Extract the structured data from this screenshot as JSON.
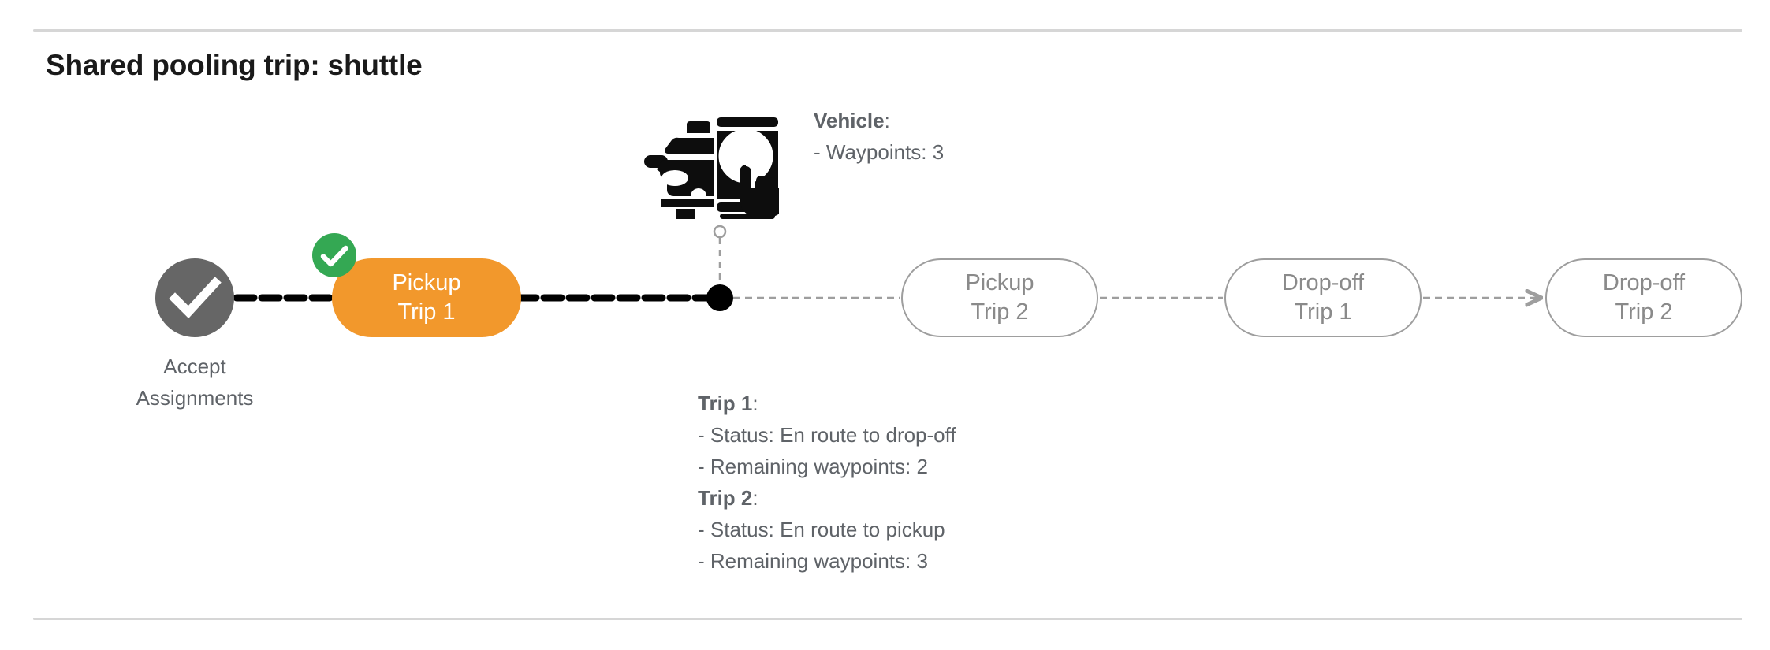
{
  "page": {
    "title": "Shared pooling trip: shuttle",
    "colors": {
      "active_node": "#f2982c",
      "completed_node": "#666666",
      "pending_node_border": "#9e9e9e",
      "pending_node_text": "#8a8a8a",
      "badge_green": "#34a853",
      "text_gray": "#5f6368",
      "divider": "#d6d6d6",
      "marker_black": "#000000"
    }
  },
  "flow": {
    "start_node": {
      "name": "accept-assignments",
      "label_line1": "Accept",
      "label_line2": "Assignments",
      "icon": "check-circle-icon",
      "state": "completed"
    },
    "nodes": [
      {
        "id": "pickup-trip-1",
        "line1": "Pickup",
        "line2": "Trip 1",
        "state": "active",
        "badge": "check-badge-icon"
      },
      {
        "id": "pickup-trip-2",
        "line1": "Pickup",
        "line2": "Trip 2",
        "state": "pending",
        "badge": null
      },
      {
        "id": "dropoff-trip-1",
        "line1": "Drop-off",
        "line2": "Trip 1",
        "state": "pending",
        "badge": null
      },
      {
        "id": "dropoff-trip-2",
        "line1": "Drop-off",
        "line2": "Trip 2",
        "state": "pending",
        "badge": null
      }
    ],
    "connectors": [
      {
        "from": "accept-assignments",
        "to": "pickup-trip-1",
        "style": "dashed-bold-black",
        "arrow": false
      },
      {
        "from": "pickup-trip-1",
        "to": "vehicle-marker",
        "style": "dashed-bold-black",
        "arrow": false
      },
      {
        "from": "vehicle-marker",
        "to": "pickup-trip-2",
        "style": "dashed-thin-gray",
        "arrow": false
      },
      {
        "from": "pickup-trip-2",
        "to": "dropoff-trip-1",
        "style": "dashed-thin-gray",
        "arrow": false
      },
      {
        "from": "dropoff-trip-1",
        "to": "dropoff-trip-2",
        "style": "dashed-thin-gray",
        "arrow": true
      }
    ],
    "vehicle_marker": {
      "name": "vehicle-position-marker",
      "icon": "vehicle-app-check-icon",
      "dot": "current-position-dot"
    }
  },
  "vehicle_info": {
    "heading": "Vehicle",
    "heading_suffix": ":",
    "lines": [
      {
        "label": "- Waypoints:",
        "value": "3"
      }
    ]
  },
  "trips_info": [
    {
      "heading": "Trip 1",
      "heading_suffix": ":",
      "lines": [
        {
          "label": "- Status:",
          "value": "En route to drop-off"
        },
        {
          "label": "- Remaining waypoints:",
          "value": "2"
        }
      ]
    },
    {
      "heading": "Trip 2",
      "heading_suffix": ":",
      "lines": [
        {
          "label": "- Status:",
          "value": "En route to pickup"
        },
        {
          "label": "- Remaining waypoints:",
          "value": "3"
        }
      ]
    }
  ]
}
